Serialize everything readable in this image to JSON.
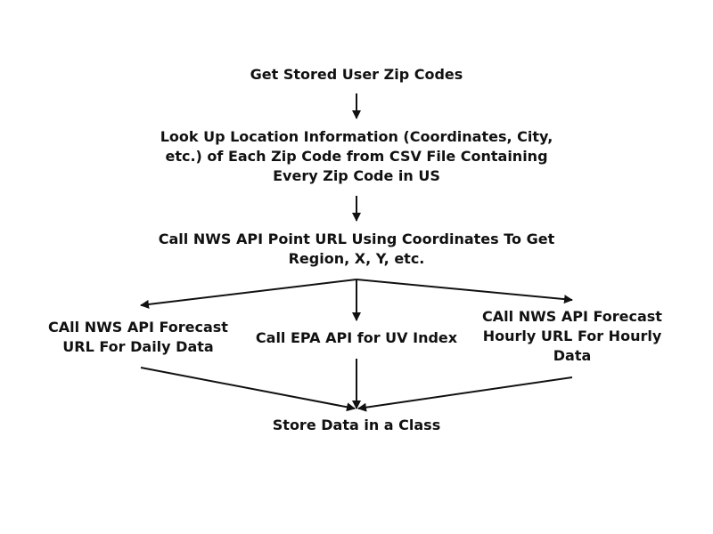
{
  "colors": {
    "stroke": "#111111",
    "text": "#111111",
    "background": "#ffffff"
  },
  "nodes": [
    {
      "id": "get-zip-codes",
      "lines": [
        "Get Stored User Zip Codes"
      ]
    },
    {
      "id": "lookup-location",
      "lines": [
        "Look Up Location Information (Coordinates, City,",
        "etc.) of Each Zip Code from CSV File Containing",
        "Every Zip Code in US"
      ]
    },
    {
      "id": "call-points-url",
      "lines": [
        "Call NWS API Point URL Using Coordinates To Get",
        "Region, X, Y, etc."
      ]
    },
    {
      "id": "call-daily-forecast",
      "lines": [
        "CAll NWS API Forecast",
        "URL For Daily Data"
      ]
    },
    {
      "id": "call-uv-index",
      "lines": [
        "Call EPA API for UV Index"
      ]
    },
    {
      "id": "call-hourly-forecast",
      "lines": [
        "CAll NWS API Forecast",
        "Hourly URL For Hourly",
        "Data"
      ]
    },
    {
      "id": "store-data",
      "lines": [
        "Store Data in a Class"
      ]
    }
  ],
  "edges": [
    {
      "from": "get-zip-codes",
      "to": "lookup-location"
    },
    {
      "from": "lookup-location",
      "to": "call-points-url"
    },
    {
      "from": "call-points-url",
      "to": "call-daily-forecast"
    },
    {
      "from": "call-points-url",
      "to": "call-uv-index"
    },
    {
      "from": "call-points-url",
      "to": "call-hourly-forecast"
    },
    {
      "from": "call-daily-forecast",
      "to": "store-data"
    },
    {
      "from": "call-uv-index",
      "to": "store-data"
    },
    {
      "from": "call-hourly-forecast",
      "to": "store-data"
    }
  ]
}
